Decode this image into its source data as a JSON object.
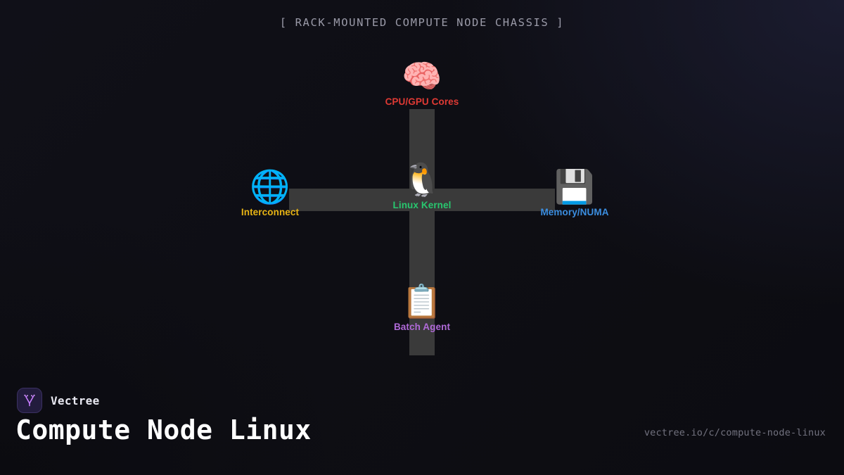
{
  "header": {
    "chassis_caption": "[ RACK-MOUNTED COMPUTE NODE CHASSIS ]"
  },
  "diagram": {
    "type": "node-cross-topology",
    "connector_color": "#3a3a3a",
    "nodes": [
      {
        "id": "cpu",
        "icon": "🧠",
        "icon_name": "brain-icon",
        "label": "CPU/GPU Cores",
        "color": "#e03a34",
        "position": "top"
      },
      {
        "id": "kernel",
        "icon": "🐧",
        "icon_name": "penguin-icon",
        "label": "Linux Kernel",
        "color": "#28c76f",
        "position": "center"
      },
      {
        "id": "network",
        "icon": "🌐",
        "icon_name": "globe-with-meridians-icon",
        "label": "Interconnect",
        "color": "#e8b414",
        "position": "left"
      },
      {
        "id": "memory",
        "icon": "💾",
        "icon_name": "floppy-disk-icon",
        "label": "Memory/NUMA",
        "color": "#3b8ee0",
        "position": "right"
      },
      {
        "id": "batch",
        "icon": "📋",
        "icon_name": "clipboard-icon",
        "label": "Batch Agent",
        "color": "#b06ad8",
        "position": "bottom"
      }
    ]
  },
  "footer": {
    "brand_name": "Vectree",
    "logo_name": "vectree-logo-icon",
    "logo_color": "#c77dff",
    "page_title": "Compute Node Linux",
    "url": "vectree.io/c/compute-node-linux"
  }
}
